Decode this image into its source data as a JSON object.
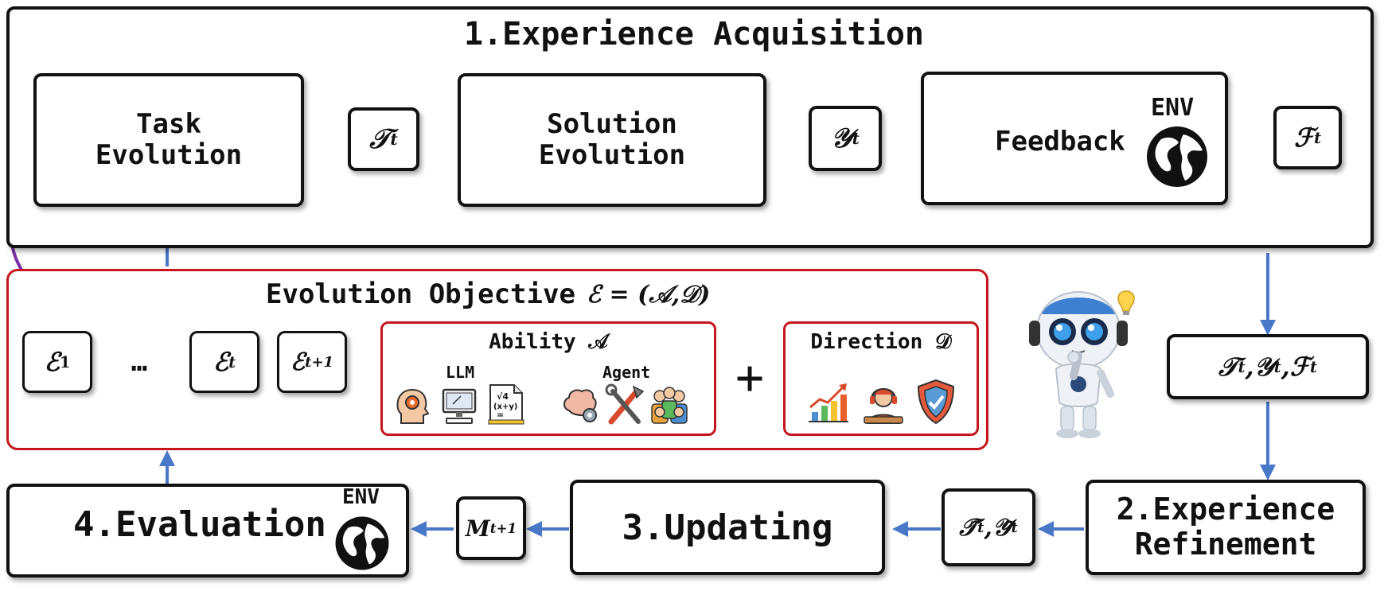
{
  "colors": {
    "arrow": "#4a78c8",
    "purple_arrow": "#7b2fa6",
    "objective_border": "#c4161c",
    "progress_band": "#b8dca4"
  },
  "stage1": {
    "title": "1.Experience Acquisition",
    "task_line1": "Task",
    "task_line2": "Evolution",
    "task_var": "𝒯",
    "task_sup": "t",
    "solution_line1": "Solution",
    "solution_line2": "Evolution",
    "solution_var": "𝒴",
    "solution_sup": "t",
    "feedback": "Feedback",
    "env": "ENV",
    "feedback_var": "ℱ",
    "feedback_sup": "t"
  },
  "objective": {
    "title": "Evolution Objective",
    "formula": "ℰ = (𝒜,𝒟)",
    "e1_var": "ℰ",
    "e1_sup": "1",
    "ellipsis": "…",
    "et_var": "ℰ",
    "et_sup": "t",
    "et1_var": "ℰ",
    "et1_sup": "t+1",
    "ability_title": "Ability 𝒜",
    "llm": "LLM",
    "agent": "Agent",
    "sqrt_text": "√4",
    "xy_text": "(x+y)",
    "eq_text": "=",
    "plus": "+",
    "direction_title": "Direction 𝒟"
  },
  "collected": {
    "t_var": "𝒯",
    "t_sup": "t",
    "y_var": "𝒴",
    "y_sup": "t",
    "f_var": "ℱ",
    "f_sup": "t",
    "sep": ","
  },
  "stage2": {
    "line1": "2.Experience",
    "line2": "Refinement"
  },
  "refined": {
    "t_var": "𝒯̃",
    "t_sup": "t",
    "y_var": "𝒴̃",
    "y_sup": "t",
    "sep": ","
  },
  "stage3": {
    "title": "3.Updating"
  },
  "model": {
    "var": "M",
    "sup": "t+1"
  },
  "stage4": {
    "title": "4.Evaluation",
    "env": "ENV"
  }
}
